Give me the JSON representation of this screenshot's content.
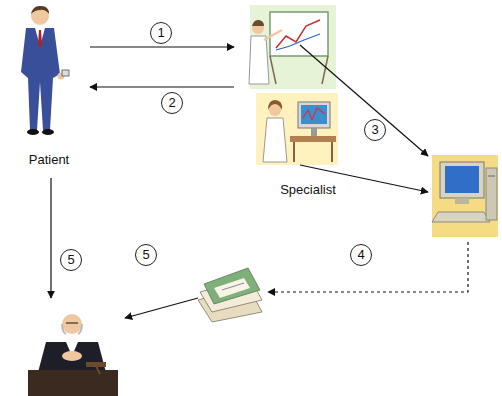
{
  "diagram": {
    "nodes": [
      {
        "text": [
          "Patient"
        ]
      },
      {
        "text": [
          "Specialist"
        ]
      }
    ],
    "edges": [
      {
        "from": 0,
        "to": 1,
        "arrow": "to",
        "label": "1"
      },
      {
        "from": 1,
        "to": 0,
        "arrow": "to",
        "label": "2"
      }
    ],
    "labels": [
      "3",
      "4",
      "5",
      "5"
    ]
  }
}
